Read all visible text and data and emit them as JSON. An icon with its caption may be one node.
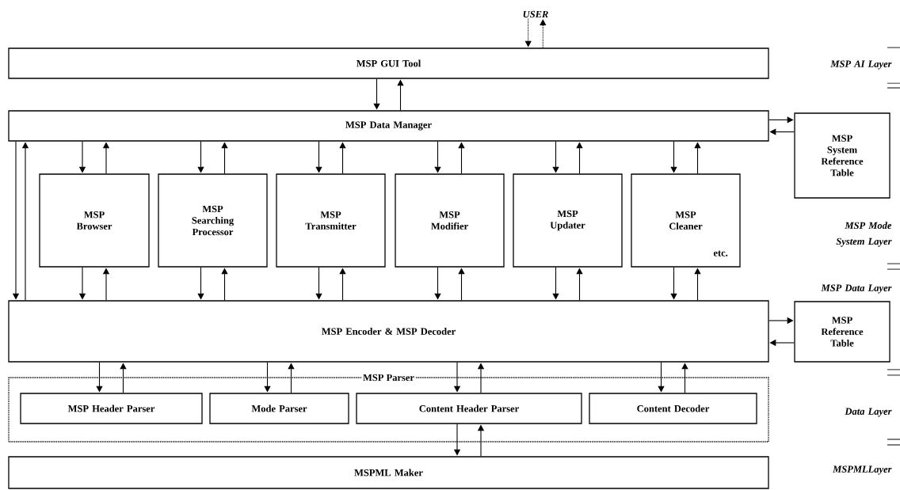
{
  "diagram": {
    "nodes": [
      {
        "text": [
          "USER"
        ]
      },
      {
        "text": [
          "MSP GUI Tool"
        ]
      },
      {
        "text": [
          "MSP Data Manager"
        ]
      },
      {
        "text": [
          "MSP System Reference Table"
        ]
      },
      {
        "text": [
          "MSP Browser"
        ]
      },
      {
        "text": [
          "MSP Searching Processor"
        ]
      },
      {
        "text": [
          "MSP Transmitter"
        ]
      },
      {
        "text": [
          "MSP Modifier"
        ]
      },
      {
        "text": [
          "MSP Updater"
        ]
      },
      {
        "text": [
          "MSP Cleaner",
          "etc."
        ]
      },
      {
        "text": [
          "MSP Encoder & MSP Decoder"
        ]
      },
      {
        "text": [
          "MSP Reference Table"
        ]
      },
      {
        "text": [
          "MSP Parser"
        ]
      },
      {
        "text": [
          "MSP Header Parser"
        ],
        "in": 12
      },
      {
        "text": [
          "Mode Parser"
        ],
        "in": 12
      },
      {
        "text": [
          "Content Header Parser"
        ],
        "in": 12
      },
      {
        "text": [
          "Content Decoder"
        ],
        "in": 12
      },
      {
        "text": [
          "MSPML Maker"
        ]
      }
    ],
    "edges": [
      {
        "from": 0,
        "to": 1,
        "arrow": "to",
        "style": "dashed"
      },
      {
        "from": 1,
        "to": 0,
        "arrow": "to",
        "style": "dashed"
      },
      {
        "from": 1,
        "to": 2,
        "arrow": "to"
      },
      {
        "from": 2,
        "to": 1,
        "arrow": "to"
      },
      {
        "from": 2,
        "to": 3,
        "arrow": "to"
      },
      {
        "from": 3,
        "to": 2,
        "arrow": "to"
      },
      {
        "from": 2,
        "to": 10,
        "arrow": "to"
      },
      {
        "from": 10,
        "to": 2,
        "arrow": "to"
      },
      {
        "from": 2,
        "to": 4,
        "arrow": "to"
      },
      {
        "from": 4,
        "to": 2,
        "arrow": "to"
      },
      {
        "from": 2,
        "to": 5,
        "arrow": "to"
      },
      {
        "from": 5,
        "to": 2,
        "arrow": "to"
      },
      {
        "from": 2,
        "to": 6,
        "arrow": "to"
      },
      {
        "from": 6,
        "to": 2,
        "arrow": "to"
      },
      {
        "from": 2,
        "to": 7,
        "arrow": "to"
      },
      {
        "from": 7,
        "to": 2,
        "arrow": "to"
      },
      {
        "from": 2,
        "to": 8,
        "arrow": "to"
      },
      {
        "from": 8,
        "to": 2,
        "arrow": "to"
      },
      {
        "from": 2,
        "to": 9,
        "arrow": "to"
      },
      {
        "from": 9,
        "to": 2,
        "arrow": "to"
      },
      {
        "from": 4,
        "to": 10,
        "arrow": "to"
      },
      {
        "from": 10,
        "to": 4,
        "arrow": "to"
      },
      {
        "from": 5,
        "to": 10,
        "arrow": "to"
      },
      {
        "from": 10,
        "to": 5,
        "arrow": "to"
      },
      {
        "from": 6,
        "to": 10,
        "arrow": "to"
      },
      {
        "from": 10,
        "to": 6,
        "arrow": "to"
      },
      {
        "from": 7,
        "to": 10,
        "arrow": "to"
      },
      {
        "from": 10,
        "to": 7,
        "arrow": "to"
      },
      {
        "from": 8,
        "to": 10,
        "arrow": "to"
      },
      {
        "from": 10,
        "to": 8,
        "arrow": "to"
      },
      {
        "from": 9,
        "to": 10,
        "arrow": "to"
      },
      {
        "from": 10,
        "to": 9,
        "arrow": "to"
      },
      {
        "from": 10,
        "to": 11,
        "arrow": "to"
      },
      {
        "from": 11,
        "to": 10,
        "arrow": "to"
      },
      {
        "from": 10,
        "to": 13,
        "arrow": "to"
      },
      {
        "from": 13,
        "to": 10,
        "arrow": "to"
      },
      {
        "from": 10,
        "to": 14,
        "arrow": "to"
      },
      {
        "from": 14,
        "to": 10,
        "arrow": "to"
      },
      {
        "from": 10,
        "to": 15,
        "arrow": "to"
      },
      {
        "from": 15,
        "to": 10,
        "arrow": "to"
      },
      {
        "from": 10,
        "to": 16,
        "arrow": "to"
      },
      {
        "from": 16,
        "to": 10,
        "arrow": "to"
      },
      {
        "from": 15,
        "to": 17,
        "arrow": "to"
      },
      {
        "from": 17,
        "to": 15,
        "arrow": "to"
      }
    ],
    "labels": [
      "MSP AI Layer",
      "MSP Mode System Layer",
      "MSP Data Layer",
      "Data Layer",
      "MSPMLLayer"
    ]
  }
}
